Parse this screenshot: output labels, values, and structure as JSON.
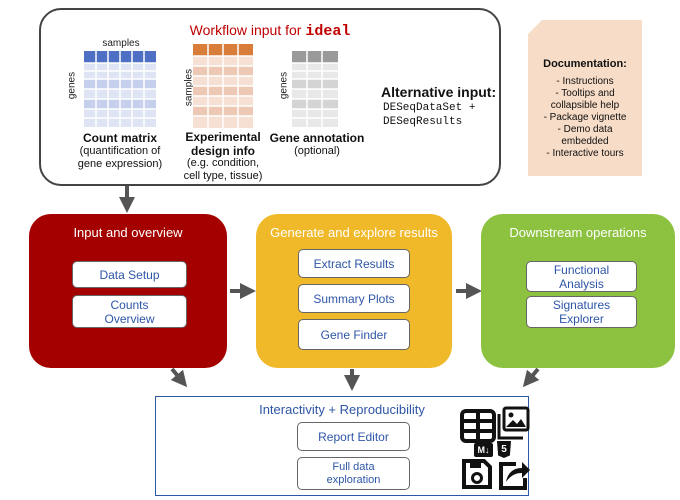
{
  "input": {
    "title_prefix": "Workflow input for ",
    "title_code": "ideal",
    "count_matrix": {
      "col_label": "samples",
      "row_label": "genes",
      "title": "Count matrix",
      "subtitle_lines": [
        "(quantification of",
        "gene expression)"
      ]
    },
    "design": {
      "row_label": "samples",
      "title_lines": [
        "Experimental",
        "design info"
      ],
      "subtitle_lines": [
        "(e.g. condition,",
        "cell type, tissue)"
      ]
    },
    "annotation": {
      "row_label": "genes",
      "title": "Gene annotation",
      "subtitle": "(optional)"
    },
    "alternative": {
      "title": "Alternative input:",
      "line1": "DESeqDataSet +",
      "line2": "DESeqResults"
    }
  },
  "documentation": {
    "title": "Documentation:",
    "items": [
      "- Instructions",
      "- Tooltips and",
      "collapsible help",
      "- Package vignette",
      "- Demo data",
      "embedded",
      "- Interactive tours"
    ]
  },
  "panels": {
    "overview": {
      "title": "Input and overview",
      "buttons": {
        "data_setup": "Data Setup",
        "counts_1": "Counts",
        "counts_2": "Overview"
      }
    },
    "results": {
      "title": "Generate and explore results",
      "buttons": {
        "extract": "Extract Results",
        "summary": "Summary Plots",
        "finder": "Gene Finder"
      }
    },
    "downstream": {
      "title": "Downstream operations",
      "buttons": {
        "func_1": "Functional",
        "func_2": "Analysis",
        "sig_1": "Signatures",
        "sig_2": "Explorer"
      }
    }
  },
  "interactivity": {
    "title": "Interactivity + Reproducibility",
    "buttons": {
      "report": "Report Editor",
      "full_1": "Full data",
      "full_2": "exploration"
    },
    "icon_text": {
      "md": "M↓",
      "html": "5"
    }
  },
  "colors": {
    "overview": "#a50000",
    "results": "#f0b929",
    "downstream": "#8cc240",
    "doc_bg": "#f7dcc7",
    "accent_blue": "#2e56a7",
    "count_header": "#4f6fc4",
    "design_header": "#d87d3a",
    "annot_header": "#9a9a9a"
  }
}
